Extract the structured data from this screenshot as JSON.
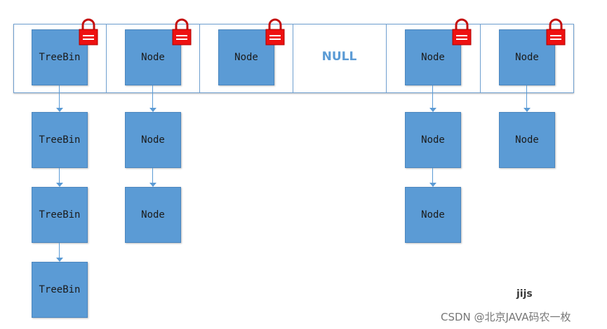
{
  "diagram": {
    "table": [
      {
        "label": "TreeBin",
        "locked": true
      },
      {
        "label": "Node",
        "locked": true
      },
      {
        "label": "Node",
        "locked": true
      },
      {
        "label": "NULL",
        "locked": false,
        "empty": true
      },
      {
        "label": "Node",
        "locked": true
      },
      {
        "label": "Node",
        "locked": true
      }
    ],
    "chains": [
      [
        "TreeBin",
        "TreeBin",
        "TreeBin"
      ],
      [
        "Node",
        "Node"
      ],
      [],
      [],
      [
        "Node",
        "Node"
      ],
      [
        "Node"
      ]
    ],
    "colors": {
      "node_fill": "#5b9bd5",
      "border": "#6f9fcf",
      "lock_red": "#ee1111",
      "null_text": "#5b9bd5"
    },
    "author": "jijs"
  },
  "watermark": {
    "text": "CSDN @北京JAVA码农一枚"
  }
}
